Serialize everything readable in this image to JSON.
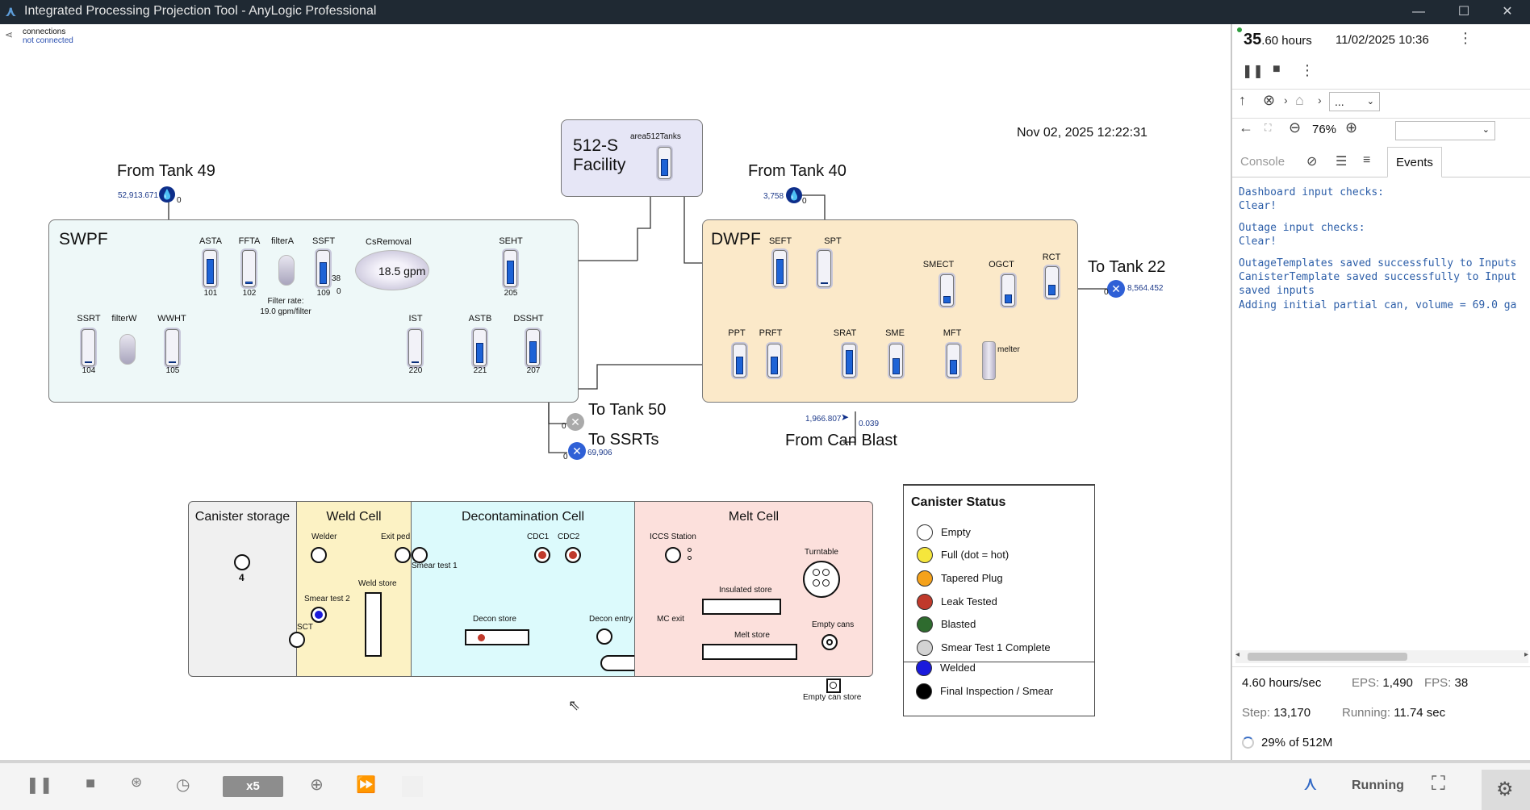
{
  "window": {
    "title": "Integrated Processing Projection Tool - AnyLogic Professional",
    "minimize": "—",
    "maximize": "☐",
    "close": "✕"
  },
  "connections": {
    "label": "connections",
    "status": "not connected"
  },
  "timestamp": "Nov 02, 2025 12:22:31",
  "flows": {
    "from_tank_49": {
      "label": "From Tank 49",
      "value": "52,913.671",
      "zero": "0"
    },
    "from_tank_40": {
      "label": "From Tank 40",
      "value": "3,758",
      "zero": "0"
    },
    "to_tank_22": {
      "label": "To Tank 22",
      "value": "8,564.452",
      "zero": "0"
    },
    "to_tank_50": {
      "label": "To Tank 50",
      "zero": "0"
    },
    "to_ssrts": {
      "label": "To SSRTs",
      "value": "69,906",
      "zero": "0"
    },
    "from_can_blast": {
      "label": "From Can Blast",
      "value": "1,966.807",
      "rate": "0.039"
    }
  },
  "area512": {
    "name_line1": "512-S",
    "name_line2": "Facility",
    "tank_label": "area512Tanks",
    "tank_level": 0.7
  },
  "swpf": {
    "name": "SWPF",
    "cs_removal_label": "CsRemoval",
    "cs_removal_rate": "18.5 gpm",
    "cs_side_value": "38",
    "cs_zero": "0",
    "filter_rate_line1": "Filter rate:",
    "filter_rate_line2": "19.0 gpm/filter",
    "tanks": [
      {
        "name": "ASTA",
        "num": "101",
        "level": 0.85
      },
      {
        "name": "FFTA",
        "num": "102",
        "level": 0.2
      },
      {
        "name": "SSFT",
        "num": "109",
        "level": 0.75
      },
      {
        "name": "SEHT",
        "num": "205",
        "level": 0.8
      },
      {
        "name": "SSRT",
        "num": "104",
        "level": 0.05
      },
      {
        "name": "WWHT",
        "num": "105",
        "level": 0.05
      },
      {
        "name": "IST",
        "num": "220",
        "level": 0.05
      },
      {
        "name": "ASTB",
        "num": "221",
        "level": 0.7
      },
      {
        "name": "DSSHT",
        "num": "207",
        "level": 0.75
      }
    ],
    "filters": [
      {
        "name": "filterA"
      },
      {
        "name": "filterW"
      }
    ]
  },
  "dwpf": {
    "name": "DWPF",
    "melter_label": "melter",
    "tanks": [
      {
        "name": "SEFT",
        "level": 0.85
      },
      {
        "name": "SPT",
        "level": 0.1
      },
      {
        "name": "SMECT",
        "level": 0.4
      },
      {
        "name": "OGCT",
        "level": 0.45
      },
      {
        "name": "RCT",
        "level": 0.5
      },
      {
        "name": "PPT",
        "level": 0.7
      },
      {
        "name": "PRFT",
        "level": 0.7
      },
      {
        "name": "SRAT",
        "level": 0.9
      },
      {
        "name": "SME",
        "level": 0.65
      },
      {
        "name": "MFT",
        "level": 0.6
      }
    ]
  },
  "cells": {
    "storage": {
      "title": "Canister storage",
      "count": "4"
    },
    "weld": {
      "title": "Weld Cell",
      "welder": "Welder",
      "exit_ped": "Exit ped",
      "smear2": "Smear test 2",
      "weld_store": "Weld store",
      "sct": "SCT"
    },
    "decon": {
      "title": "Decontamination Cell",
      "smear1": "Smear test 1",
      "cdc1": "CDC1",
      "cdc2": "CDC2",
      "decon_store": "Decon store",
      "decon_entry": "Decon entry"
    },
    "melt": {
      "title": "Melt Cell",
      "iccs": "ICCS Station",
      "turntable": "Turntable",
      "insulated_store": "Insulated store",
      "mc_exit": "MC exit",
      "melt_store": "Melt store",
      "empty_cans": "Empty cans",
      "empty_can_store": "Empty can store"
    }
  },
  "legend": {
    "title": "Canister Status",
    "items": [
      {
        "label": "Empty",
        "color": "#ffffff"
      },
      {
        "label": "Full (dot = hot)",
        "color": "#f5e63c"
      },
      {
        "label": "Tapered Plug",
        "color": "#f5a21b"
      },
      {
        "label": "Leak Tested",
        "color": "#c0392b"
      },
      {
        "label": "Blasted",
        "color": "#2e6b2e"
      },
      {
        "label": "Smear Test 1 Complete",
        "color": "#d3d3d3"
      },
      {
        "label": "Welded",
        "color": "#1a1adc"
      },
      {
        "label": "Final Inspection / Smear",
        "color": "#000000"
      }
    ]
  },
  "side": {
    "time_big": "35",
    "time_rest": ".60 hours",
    "date": "11/02/2025 10:36",
    "zoom": "76%",
    "crumb": "...",
    "tabs": {
      "console": "Console",
      "events": "Events"
    },
    "console_lines": [
      "Dashboard input checks:",
      "Clear!",
      "Outage input checks:",
      "Clear!",
      "OutageTemplates saved successfully to Inputs",
      "CanisterTemplate saved successfully to Input",
      "saved inputs",
      "Adding initial partial can, volume = 69.0 ga"
    ],
    "speed": "4.60 hours/sec",
    "eps_label": "EPS:",
    "eps": "1,490",
    "fps_label": "FPS:",
    "fps": "38",
    "step_label": "Step:",
    "step": "13,170",
    "running_label": "Running:",
    "running_time": "11.74 sec",
    "memory": "29% of 512M"
  },
  "bottom": {
    "speed_btn": "x5",
    "status": "Running"
  }
}
